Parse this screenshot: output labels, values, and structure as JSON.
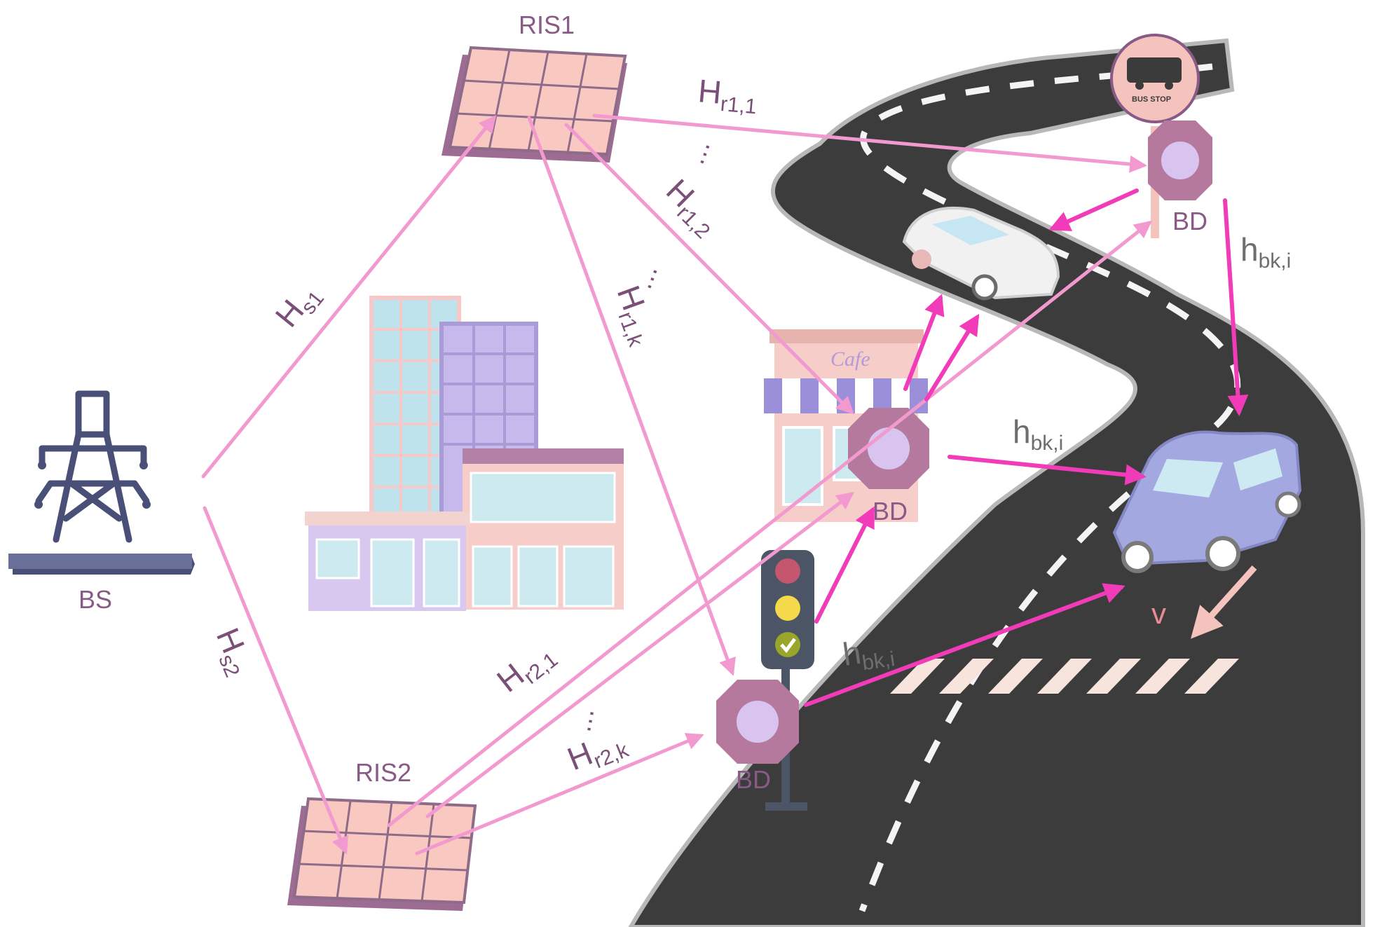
{
  "nodes": {
    "bs": "BS",
    "ris1": "RIS1",
    "ris2": "RIS2",
    "bd": "BD"
  },
  "channels": {
    "hs1": {
      "main": "H",
      "sub": "s1"
    },
    "hs2": {
      "main": "H",
      "sub": "s2"
    },
    "hr11": {
      "main": "H",
      "sub": "r1,1"
    },
    "hr12": {
      "main": "H",
      "sub": "r1,2"
    },
    "hr1k": {
      "main": "H",
      "sub": "r1,k"
    },
    "hr21": {
      "main": "H",
      "sub": "r2,1"
    },
    "hr2k": {
      "main": "H",
      "sub": "r2,k"
    },
    "hbki": {
      "main": "h",
      "sub": "bk,i"
    },
    "dots": "⋯"
  },
  "signs": {
    "cafe": "Cafe",
    "bus_stop": "BUS STOP",
    "v_label": "v"
  },
  "colors": {
    "ris_link": "#f29ad0",
    "bd_link": "#f13bb8",
    "bd_body": "#b5799e",
    "bd_center": "#d9c4ef",
    "ris_tile": "#f9c8c0",
    "ris_frame": "#9c6c92",
    "tower": "#4a4f78",
    "road": "#3c3c3c"
  }
}
